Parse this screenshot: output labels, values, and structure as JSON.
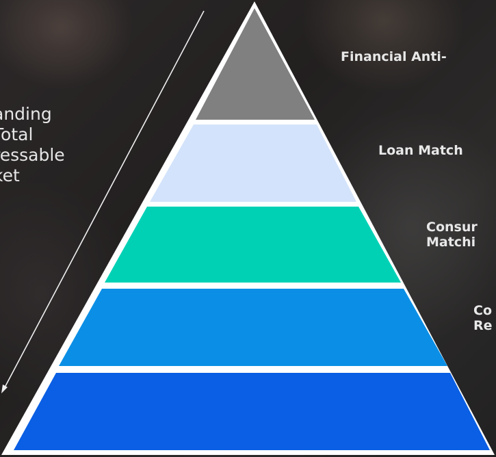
{
  "diagram": {
    "side_label": "anding\nTotal\nressable\nket",
    "tiers": [
      {
        "label": "Financial Anti-",
        "color": "#808080"
      },
      {
        "label": "Loan Match",
        "color": "#d3e3fb"
      },
      {
        "label": "Consur\nMatchi",
        "color": "#00d1b5"
      },
      {
        "label": "Co\nRe",
        "color": "#0b8fe6"
      },
      {
        "label": "",
        "color": "#0a5fe4"
      }
    ]
  }
}
